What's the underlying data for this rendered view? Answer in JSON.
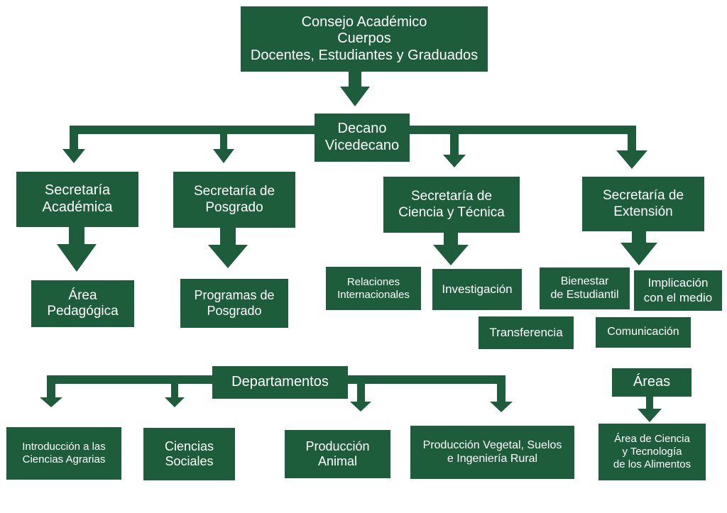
{
  "colors": {
    "box": "#1e5d3c",
    "connector": "#1e5d3c",
    "text": "#ffffff",
    "background": "#ffffff"
  },
  "consejo": {
    "lines": [
      "Consejo Académico",
      "Cuerpos",
      "Docentes, Estudiantes y Graduados"
    ]
  },
  "decano": {
    "lines": [
      "Decano",
      "Vicedecano"
    ]
  },
  "secretarias": [
    {
      "lines": [
        "Secretaría",
        "Académica"
      ]
    },
    {
      "lines": [
        "Secretaría de",
        "Posgrado"
      ]
    },
    {
      "lines": [
        "Secretaría de",
        "Ciencia y Técnica"
      ]
    },
    {
      "lines": [
        "Secretaría de",
        "Extensión"
      ]
    }
  ],
  "units": {
    "area_pedagogica": {
      "lines": [
        "Área",
        "Pedagógica"
      ]
    },
    "programas_posgrado": {
      "lines": [
        "Programas de",
        "Posgrado"
      ]
    },
    "relaciones_internacionales": {
      "lines": [
        "Relaciones",
        "Internacionales"
      ]
    },
    "investigacion": {
      "lines": [
        "Investigación"
      ]
    },
    "transferencia": {
      "lines": [
        "Transferencia"
      ]
    },
    "bienestar_estudiantil": {
      "lines": [
        "Bienestar",
        "de Estudiantil"
      ]
    },
    "implicacion_medio": {
      "lines": [
        "Implicación",
        "con el medio"
      ]
    },
    "comunicacion": {
      "lines": [
        "Comunicación"
      ]
    }
  },
  "departamentos": {
    "title": "Departamentos",
    "items": [
      {
        "lines": [
          "Introducción a las",
          "Ciencias Agrarias"
        ]
      },
      {
        "lines": [
          "Ciencias",
          "Sociales"
        ]
      },
      {
        "lines": [
          "Producción",
          "Animal"
        ]
      },
      {
        "lines": [
          "Producción Vegetal, Suelos",
          "e Ingeniería Rural"
        ]
      }
    ]
  },
  "areas": {
    "title": "Áreas",
    "items": [
      {
        "lines": [
          "Área de Ciencia",
          "y Tecnología",
          "de los Alimentos"
        ]
      }
    ]
  }
}
